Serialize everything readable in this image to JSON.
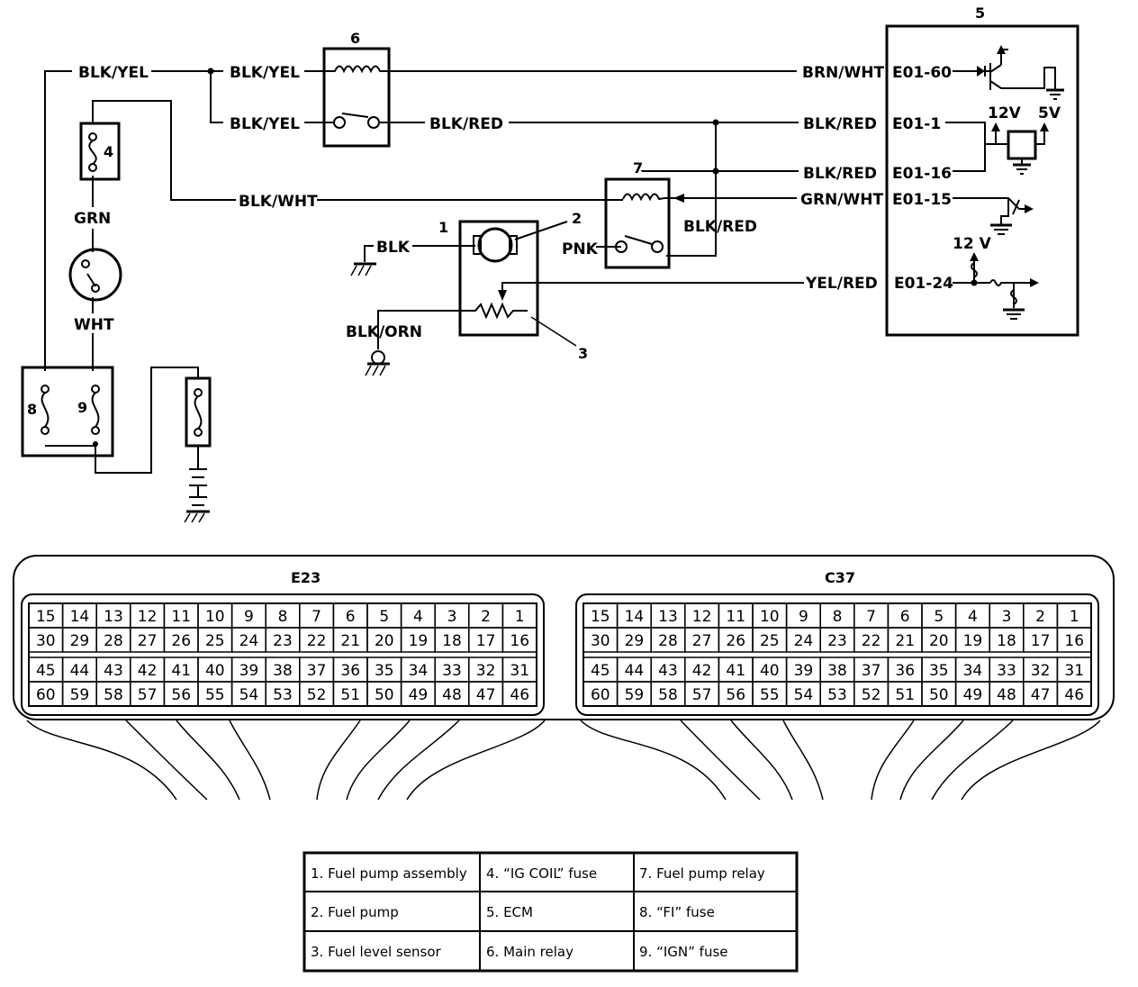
{
  "wires": {
    "blk_yel_1": "BLK/YEL",
    "blk_yel_2": "BLK/YEL",
    "blk_yel_3": "BLK/YEL",
    "blk_red_1": "BLK/RED",
    "blk_red_2": "BLK/RED",
    "blk_red_3": "BLK/RED",
    "blk_red_4": "BLK/RED",
    "brn_wht": "BRN/WHT",
    "blk_wht": "BLK/WHT",
    "grn_wht": "GRN/WHT",
    "yel_red": "YEL/RED",
    "blk": "BLK",
    "pnk": "PNK",
    "blk_orn": "BLK/ORN",
    "grn": "GRN",
    "wht": "WHT"
  },
  "terminals": {
    "e01_60": "E01-60",
    "e01_1": "E01-1",
    "e01_16": "E01-16",
    "e01_15": "E01-15",
    "e01_24": "E01-24"
  },
  "voltages": {
    "v12_a": "12V",
    "v5": "5V",
    "v12_b": "12 V"
  },
  "callouts": {
    "c1": "1",
    "c2": "2",
    "c3": "3",
    "c4": "4",
    "c5": "5",
    "c6": "6",
    "c7": "7",
    "c8": "8",
    "c9": "9"
  },
  "connectors": {
    "left_name": "E23",
    "right_name": "C37",
    "rows": [
      [
        "15",
        "14",
        "13",
        "12",
        "11",
        "10",
        "9",
        "8",
        "7",
        "6",
        "5",
        "4",
        "3",
        "2",
        "1"
      ],
      [
        "30",
        "29",
        "28",
        "27",
        "26",
        "25",
        "24",
        "23",
        "22",
        "21",
        "20",
        "19",
        "18",
        "17",
        "16"
      ],
      [
        "45",
        "44",
        "43",
        "42",
        "41",
        "40",
        "39",
        "38",
        "37",
        "36",
        "35",
        "34",
        "33",
        "32",
        "31"
      ],
      [
        "60",
        "59",
        "58",
        "57",
        "56",
        "55",
        "54",
        "53",
        "52",
        "51",
        "50",
        "49",
        "48",
        "47",
        "46"
      ]
    ]
  },
  "legend": [
    [
      "1. Fuel pump assembly",
      "4.   “IG COIL” fuse",
      "7.    Fuel pump relay"
    ],
    [
      "2. Fuel pump",
      "5.    ECM",
      "8.    “FI” fuse"
    ],
    [
      "3. Fuel level sensor",
      "6.    Main relay",
      "9.    “IGN” fuse"
    ]
  ]
}
